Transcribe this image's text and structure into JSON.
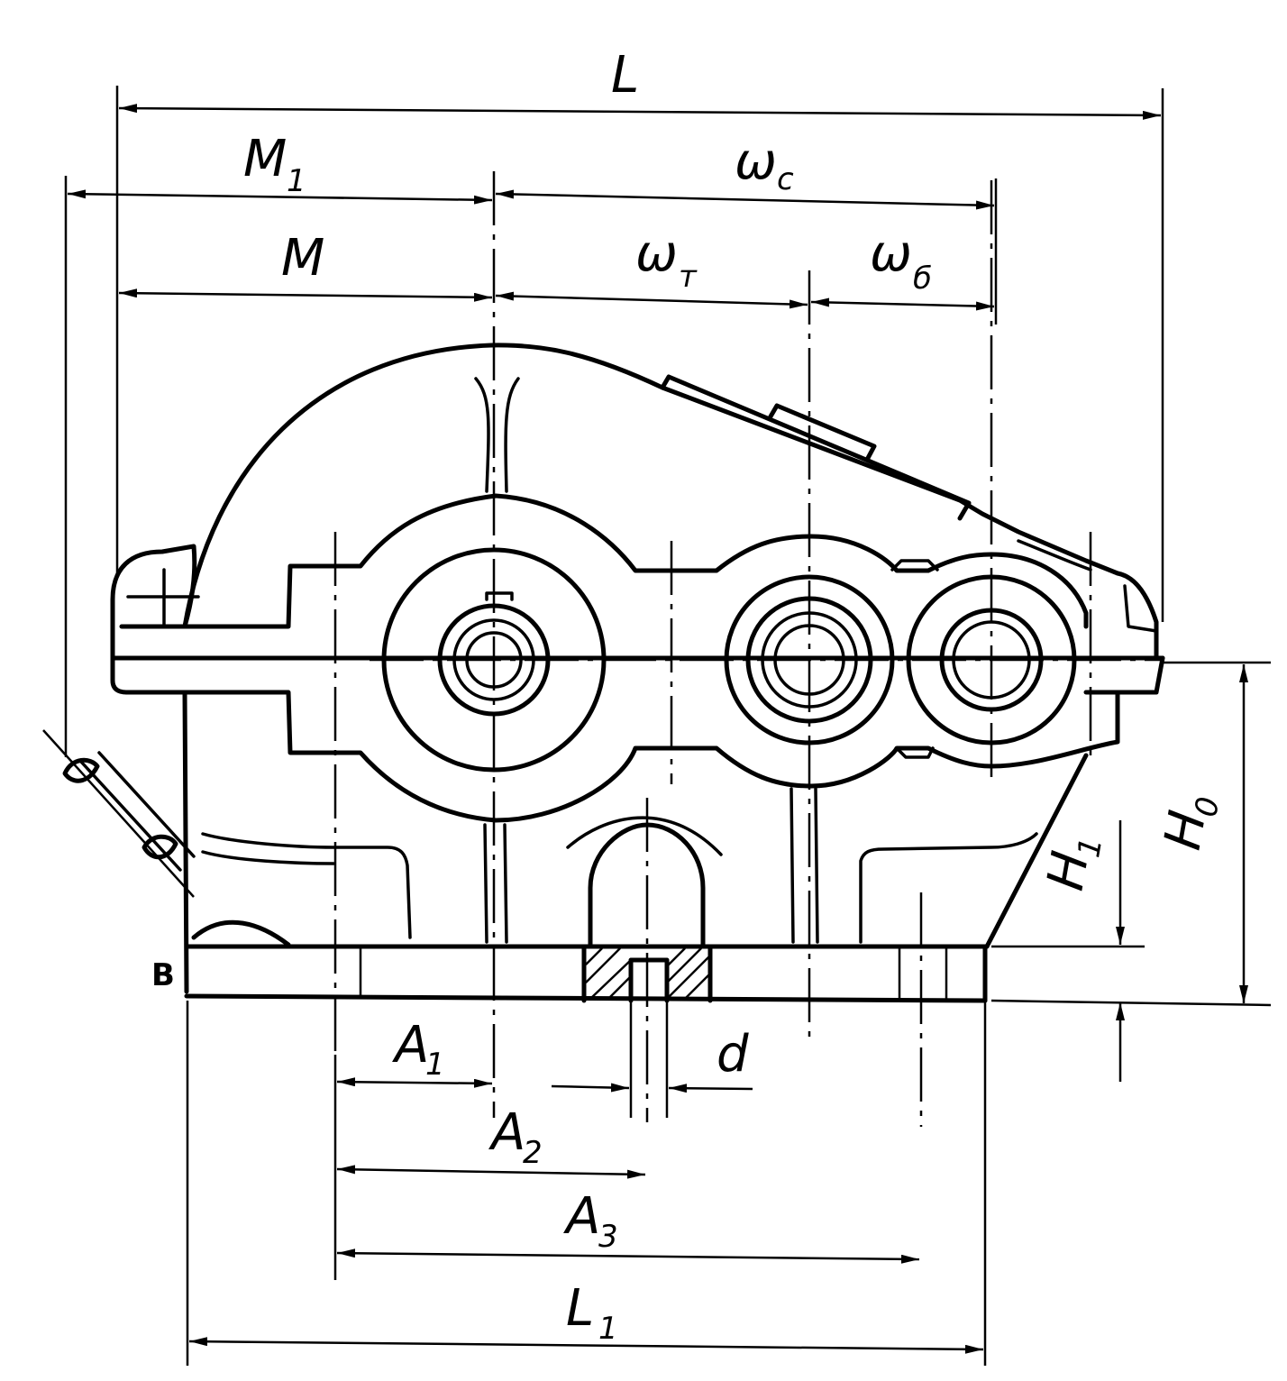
{
  "labels": {
    "L": "L",
    "M1": "M",
    "M1_sub": "1",
    "omega_c": "ω",
    "omega_c_sub": "c",
    "M": "M",
    "omega_t": "ω",
    "omega_t_sub": "т",
    "omega_b": "ω",
    "omega_b_sub": "б",
    "H0": "H",
    "H0_sub": "0",
    "H1": "H",
    "H1_sub": "1",
    "B": "B",
    "A1": "A",
    "A1_sub": "1",
    "d": "d",
    "A2": "A",
    "A2_sub": "2",
    "A3": "A",
    "A3_sub": "3",
    "L1": "L",
    "L1_sub": "1"
  },
  "colors": {
    "ink": "#000000",
    "paper": "#ffffff"
  }
}
